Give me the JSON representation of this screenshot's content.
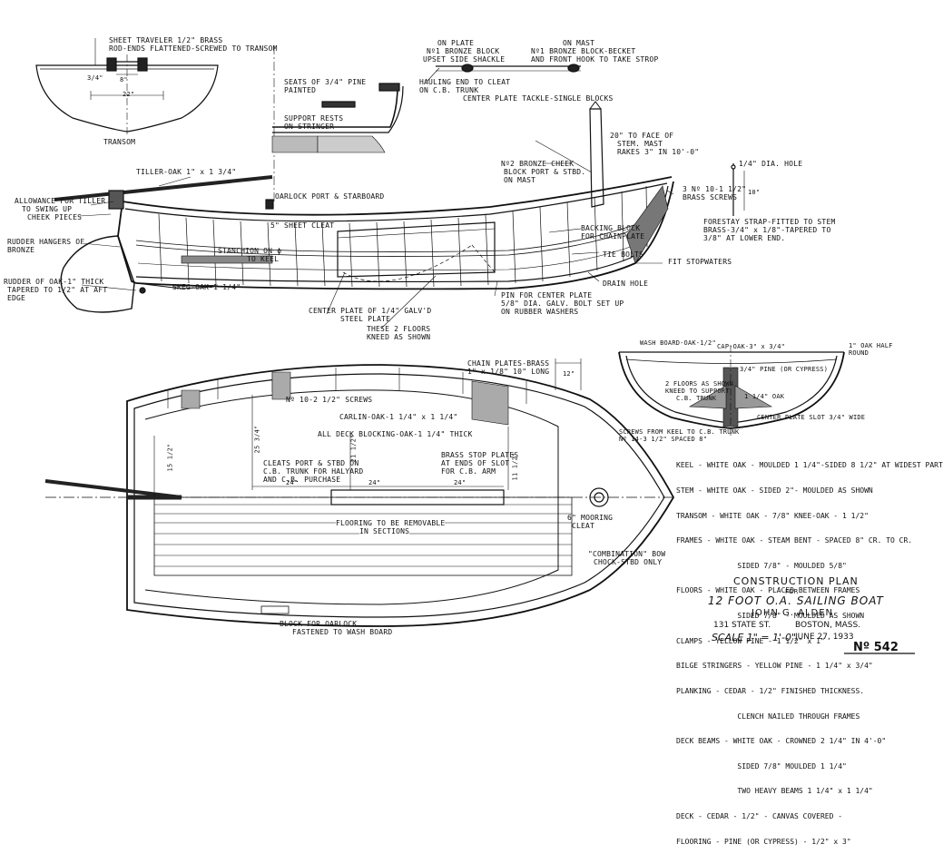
{
  "transom": {
    "heading": "SHEET TRAVELER 1/2\" BRASS",
    "heading2": "ROD-ENDS FLATTENED-SCREWED TO TRANSOM",
    "dim_3_4": "3/4\"",
    "dim_8": "8\"",
    "dim_22": "22\"",
    "title": "TRANSOM"
  },
  "seats": {
    "seats_label": "SEATS OF 3/4\" PINE",
    "seats_label2": "PAINTED",
    "support": "SUPPORT RESTS",
    "support2": "ON STRINGER"
  },
  "blocks": {
    "on_plate": "ON PLATE",
    "on_plate2": "Nº1 BRONZE BLOCK",
    "on_plate3": "UPSET SIDE SHACKLE",
    "on_mast": "ON MAST",
    "on_mast2": "Nº1 BRONZE BLOCK-BECKET",
    "on_mast3": "AND FRONT HOOK TO TAKE STROP",
    "hauling": "HAULING END TO CLEAT",
    "hauling2": "ON C.B. TRUNK",
    "tackle": "CENTER PLATE TACKLE-SINGLE BLOCKS"
  },
  "profile": {
    "tiller": "TILLER-OAK 1\" x 1 3/4\"",
    "allowance": "ALLOWANCE FOR TILLER",
    "allowance2": "TO SWING UP",
    "cheek": "CHEEK PIECES",
    "rudder_hangers": "RUDDER HANGERS OF",
    "rudder_hangers2": "BRONZE",
    "rudder": "RUDDER OF OAK-1\" THICK",
    "rudder2": "TAPERED TO 1/2\" AT AFT",
    "rudder3": "EDGE",
    "oarlock": "OARLOCK PORT & STARBOARD",
    "sheet_cleat": "5\" SHEET CLEAT",
    "stanchion": "STANCHION ON ϕ",
    "stanchion2": "TO KEEL",
    "skeg": "SKEG-OAK-1 1/4\"",
    "stem_face": "20\" TO FACE OF",
    "stem_face2": "STEM. MAST",
    "stem_face3": "RAKES 3\" IN 10'-0\"",
    "cheek_block": "Nº2 BRONZE CHEEK",
    "cheek_block2": "BLOCK PORT & STBD.",
    "cheek_block3": "ON MAST",
    "screws": "3 Nº 10-1 1/2\"",
    "screws2": "BRASS SCREWS",
    "dia_hole": "1/4\" DIA. HOLE",
    "dim_10": "10\"",
    "forestay": "FORESTAY STRAP-FITTED TO STEM",
    "forestay2": "BRASS-3/4\" x 1/8\"-TAPERED TO",
    "forestay3": "3/8\" AT LOWER END.",
    "backing": "BACKING BLOCK",
    "backing2": "FOR CHAINPLATE",
    "tie_bolts": "TIE BOLTS",
    "stopwaters": "FIT STOPWATERS",
    "drain": "DRAIN HOLE",
    "pin": "PIN FOR CENTER PLATE",
    "pin2": "5/8\" DIA. GALV. BOLT SET UP",
    "pin3": "ON RUBBER WASHERS",
    "center_plate": "CENTER PLATE OF 1/4\" GALV'D",
    "center_plate2": "STEEL PLATE",
    "floors": "THESE 2 FLOORS",
    "floors2": "KNEED AS SHOWN"
  },
  "section": {
    "wash_board": "WASH BOARD-OAK-1/2\"",
    "cap": "CAP-OAK-3\" x 3/4\"",
    "half_round": "1\" OAK HALF",
    "half_round2": "ROUND",
    "pine": "3/4\" PINE (OR CYPRESS)",
    "two_floors": "2 FLOORS AS SHOWN",
    "two_floors2": "KNEED TO SUPPORT",
    "two_floors3": "C.B. TRUNK",
    "oak": "1 1/4\" OAK",
    "slot": "CENTER PLATE SLOT 3/4\" WIDE",
    "screws_keel": "SCREWS FROM KEEL TO C.B. TRUNK",
    "screws_keel2": "Nº 14-3 1/2\" SPACED 8\""
  },
  "plan": {
    "chain_plates": "CHAIN PLATES-BRASS",
    "chain_plates2": "1\" x 1/8\" 10\" LONG",
    "dim_12": "12\"",
    "screws": "Nº 10-2 1/2\" SCREWS",
    "carlin": "CARLIN-OAK-1 1/4\" x 1 1/4\"",
    "blocking": "ALL DECK BLOCKING-OAK-1 1/4\" THICK",
    "cleats": "CLEATS PORT & STBD ON",
    "cleats2": "C.B. TRUNK FOR HALYARD",
    "cleats3": "AND C.B. PURCHASE",
    "brass_stop": "BRASS STOP PLATES",
    "brass_stop2": "AT ENDS OF SLOT",
    "brass_stop3": "FOR C.B. ARM",
    "dim_15": "15 1/2\"",
    "dim_25": "25 3/4\"",
    "dim_21": "21 1/2\"",
    "dim_11": "11 1/2\"",
    "dim_24a": "24\"",
    "dim_24b": "24\"",
    "dim_24c": "24\"",
    "flooring": "FLOORING TO BE REMOVABLE",
    "flooring2": "IN SECTIONS",
    "mooring": "6\" MOORING",
    "mooring2": "CLEAT",
    "bow_chock": "\"COMBINATION\" BOW",
    "bow_chock2": "CHOCK-STBD ONLY",
    "oarlock_block": "BLOCK FOR OARLOCK",
    "oarlock_block2": "FASTENED TO WASH BOARD"
  },
  "specs": [
    "KEEL - WHITE OAK - MOULDED 1 1/4\"-SIDED 8 1/2\" AT WIDEST PART",
    "STEM - WHITE OAK - SIDED 2\"- MOULDED AS SHOWN",
    "TRANSOM - WHITE OAK - 7/8\" KNEE-OAK - 1 1/2\"",
    "FRAMES - WHITE OAK - STEAM BENT - SPACED 8\" CR. TO CR.",
    "              SIDED 7/8\" - MOULDED 5/8\"",
    "FLOORS - WHITE OAK - PLACED BETWEEN FRAMES",
    "              SIDED 7/8\" - MOULDED AS SHOWN",
    "CLAMPS - YELLOW PINE - 1 1/2\" x 1\"",
    "BILGE STRINGERS - YELLOW PINE - 1 1/4\" x 3/4\"",
    "PLANKING - CEDAR - 1/2\" FINISHED THICKNESS.",
    "              CLENCH NAILED THROUGH FRAMES",
    "DECK BEAMS - WHITE OAK - CROWNED 2 1/4\" IN 4'-0\"",
    "              SIDED 7/8\" MOULDED 1 1/4\"",
    "              TWO HEAVY BEAMS 1 1/4\" x 1 1/4\"",
    "DECK - CEDAR - 1/2\" - CANVAS COVERED -",
    "FLOORING - PINE (OR CYPRESS) - 1/2\" x 3\""
  ],
  "title_block": {
    "line1": "CONSTRUCTION PLAN",
    "line2": "FOR",
    "line3": "12 FOOT O.A. SAILING BOAT",
    "line4": "JOHN G. ALDEN",
    "address": "131 STATE ST.",
    "city": "BOSTON, MASS.",
    "scale": "SCALE 1\" = 1'-0\"",
    "date": "JUNE 27, 1933",
    "number": "Nº 542"
  }
}
